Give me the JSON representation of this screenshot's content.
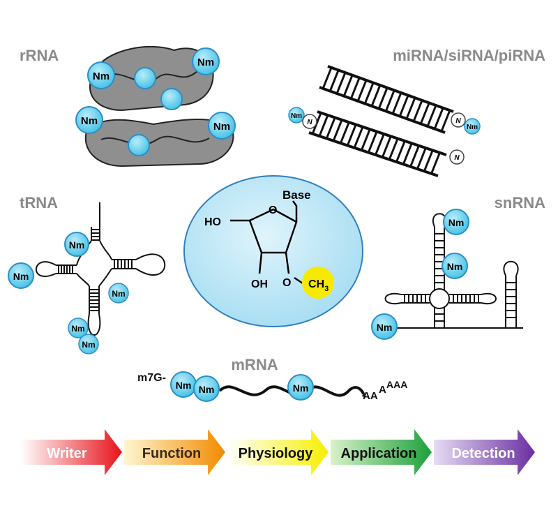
{
  "labels": {
    "rrna": "rRNA",
    "small_rna": "miRNA/siRNA/piRNA",
    "trna": "tRNA",
    "snrna": "snRNA",
    "mrna": "mRNA"
  },
  "modification": {
    "badge": "Nm",
    "small_badge": "N"
  },
  "molecule": {
    "base": "Base",
    "ho": "HO",
    "ring_o": "O",
    "oh": "OH",
    "o2": "O",
    "ch3": "CH",
    "ch3_sub": "3"
  },
  "mrna": {
    "cap": "m7G-",
    "tail_1": "AA",
    "tail_2": "A",
    "tail_3": "AAA"
  },
  "arrows": [
    {
      "label": "Writer",
      "text_color": "#ffffff"
    },
    {
      "label": "Function",
      "text_color": "#3a2a1a"
    },
    {
      "label": "Physiology",
      "text_color": "#111111"
    },
    {
      "label": "Application",
      "text_color": "#111111"
    },
    {
      "label": "Detection",
      "text_color": "#ffffff"
    }
  ],
  "colors": {
    "badge_fill": "#5ed0ec",
    "badge_stroke": "#2a8fc6",
    "ellipse_fill": "#bfe8f7",
    "methyl_fill": "#f7ea00",
    "label_gray": "#8a8a8a"
  }
}
